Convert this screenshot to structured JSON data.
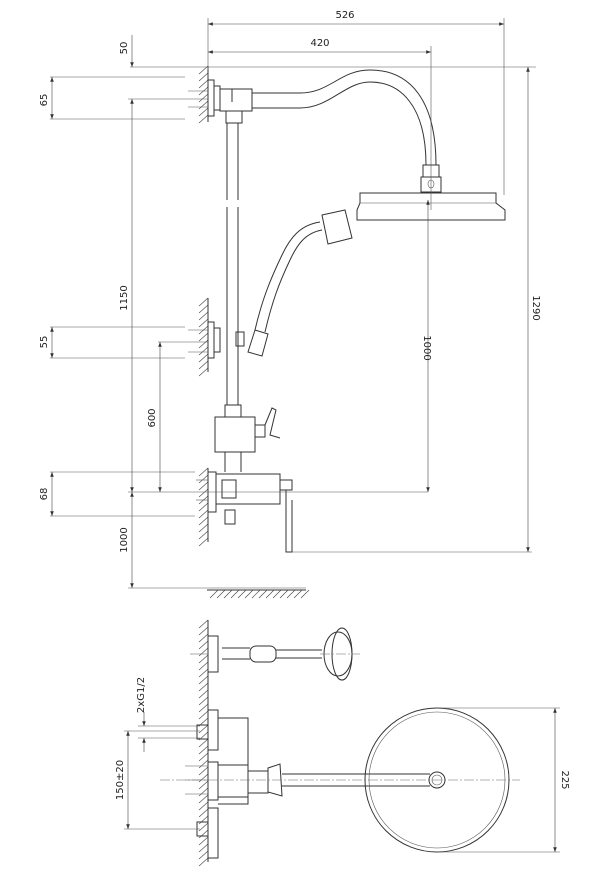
{
  "dimensions": {
    "overall_width": "526",
    "head_reach": "420",
    "top_offset": "50",
    "top_bracket": "65",
    "rail_height": "1150",
    "overall_height": "1290",
    "head_height": "1000",
    "middle_bracket": "55",
    "holder_height": "600",
    "mixer_bracket": "68",
    "floor_height": "1000",
    "inlet_thread": "2xG1/2",
    "inlet_spacing": "150±20",
    "head_diameter": "225"
  },
  "colors": {
    "line": "#333333",
    "background": "#ffffff"
  }
}
